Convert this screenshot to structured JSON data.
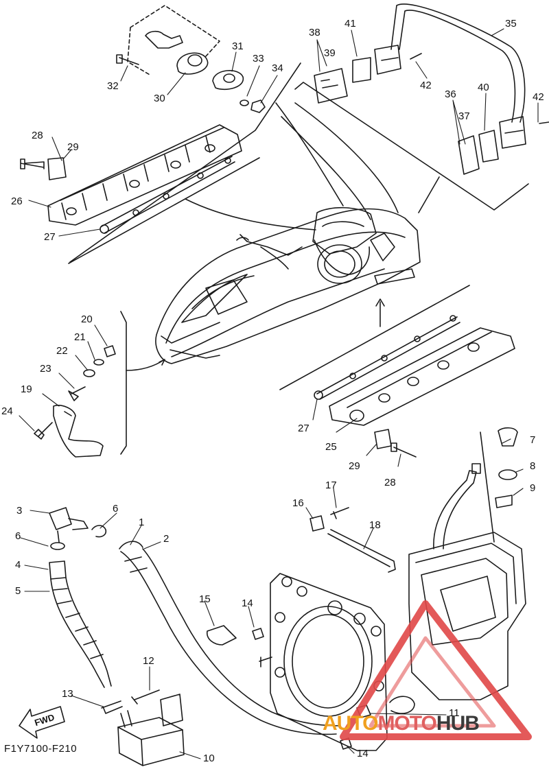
{
  "diagram": {
    "code": "F1Y7100-F210",
    "fwd_label": "FWD",
    "watermark": {
      "part1": "AUTO",
      "part2": "MOTO",
      "part3": "HUB"
    },
    "callouts": {
      "n1": "1",
      "n2": "2",
      "n3": "3",
      "n4": "4",
      "n5": "5",
      "n6a": "6",
      "n6b": "6",
      "n7": "7",
      "n8": "8",
      "n9": "9",
      "n10": "10",
      "n11": "11",
      "n12": "12",
      "n13": "13",
      "n14a": "14",
      "n14b": "14",
      "n15": "15",
      "n16": "16",
      "n17": "17",
      "n18": "18",
      "n19": "19",
      "n20": "20",
      "n21": "21",
      "n22": "22",
      "n23": "23",
      "n24": "24",
      "n25": "25",
      "n26": "26",
      "n27a": "27",
      "n27b": "27",
      "n28a": "28",
      "n28b": "28",
      "n29a": "29",
      "n29b": "29",
      "n30": "30",
      "n31": "31",
      "n32": "32",
      "n33": "33",
      "n34": "34",
      "n35": "35",
      "n36": "36",
      "n37": "37",
      "n38": "38",
      "n39": "39",
      "n40": "40",
      "n41": "41",
      "n42a": "42",
      "n42b": "42"
    },
    "colors": {
      "line": "#1a1a1a",
      "watermark_red": "#e04848",
      "watermark_orange": "#f0a020"
    }
  }
}
